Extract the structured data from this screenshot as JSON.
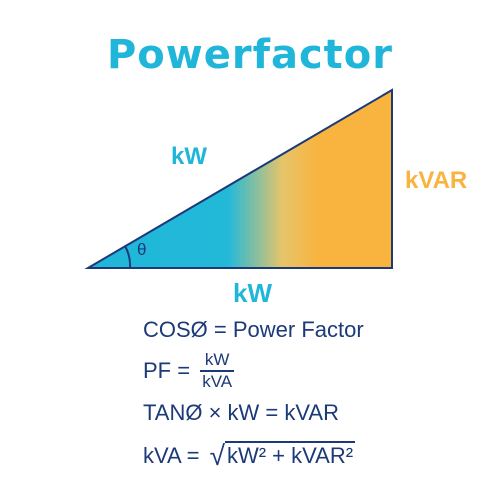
{
  "title": "Powerfactor",
  "colors": {
    "cyan": "#1fb6d9",
    "orange": "#f9b33f",
    "navy": "#1c3a78"
  },
  "triangle": {
    "hypotenuse_label": "kW",
    "vertical_label": "kVAR",
    "base_label": "kW",
    "angle_label": "θ"
  },
  "formulas": {
    "line1": "COSØ = Power Factor",
    "line2_prefix": "PF =",
    "line2_numerator": "kW",
    "line2_denominator": "kVA",
    "line3": "TANØ × kW = kVAR",
    "line4_prefix": "kVA =",
    "line4_radicand": "kW² + kVAR²"
  }
}
